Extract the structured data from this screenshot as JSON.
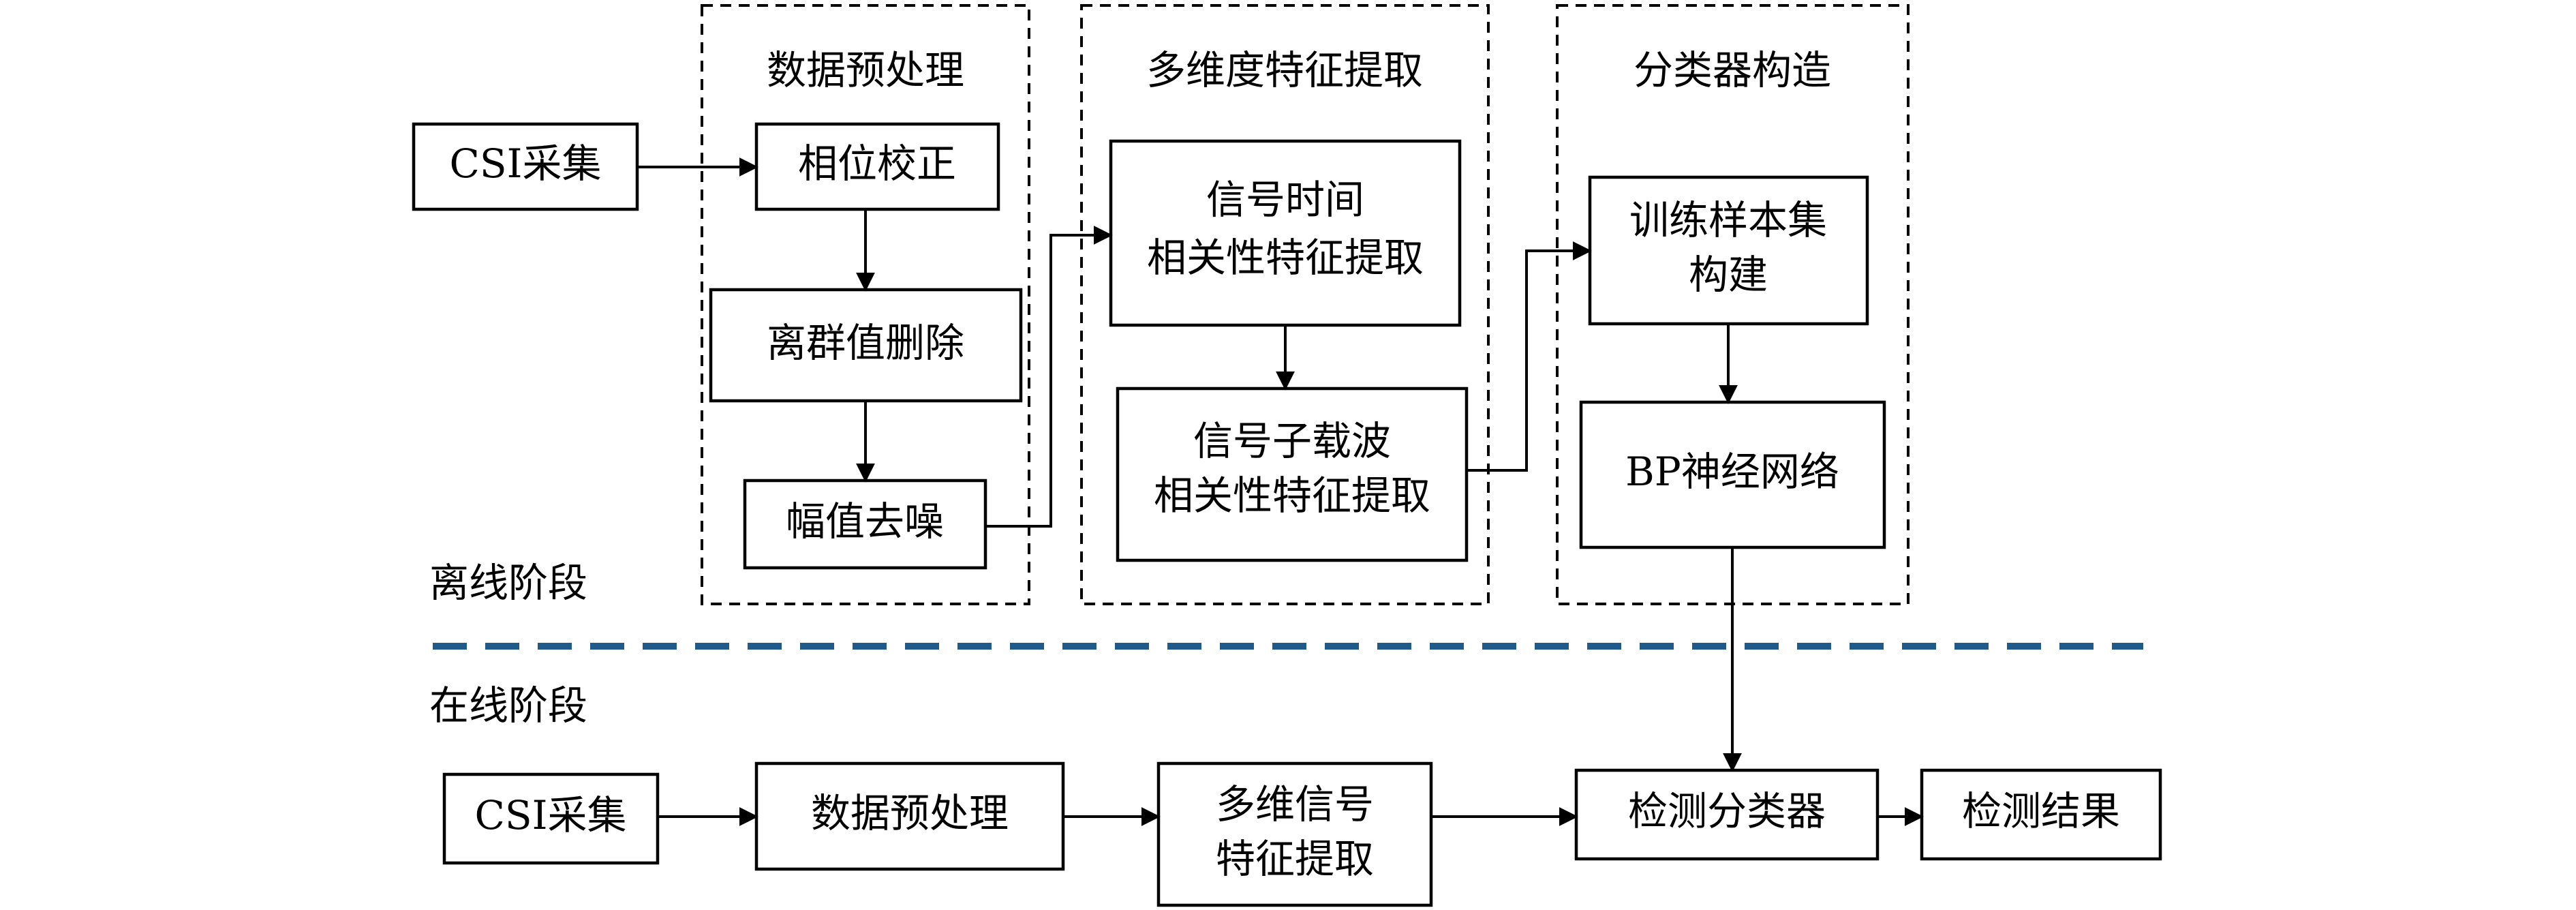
{
  "offline": {
    "stage_label": "离线阶段",
    "preprocess": {
      "group_title": "数据预处理",
      "phase_correction": "相位校正",
      "outlier_removal": "离群值删除",
      "amplitude_denoise": "幅值去噪"
    },
    "feature": {
      "group_title": "多维度特征提取",
      "time_corr_line1": "信号时间",
      "time_corr_line2": "相关性特征提取",
      "subcarrier_line1": "信号子载波",
      "subcarrier_line2": "相关性特征提取"
    },
    "classifier": {
      "group_title": "分类器构造",
      "training_line1": "训练样本集",
      "training_line2": "构建",
      "bp_network": "BP神经网络"
    },
    "csi_collect": "CSI采集"
  },
  "online": {
    "stage_label": "在线阶段",
    "csi_collect": "CSI采集",
    "preprocess": "数据预处理",
    "feature_line1": "多维信号",
    "feature_line2": "特征提取",
    "detect_classifier": "检测分类器",
    "result": "检测结果"
  },
  "colors": {
    "separator": "#1f5a8a",
    "stroke": "#000000"
  }
}
